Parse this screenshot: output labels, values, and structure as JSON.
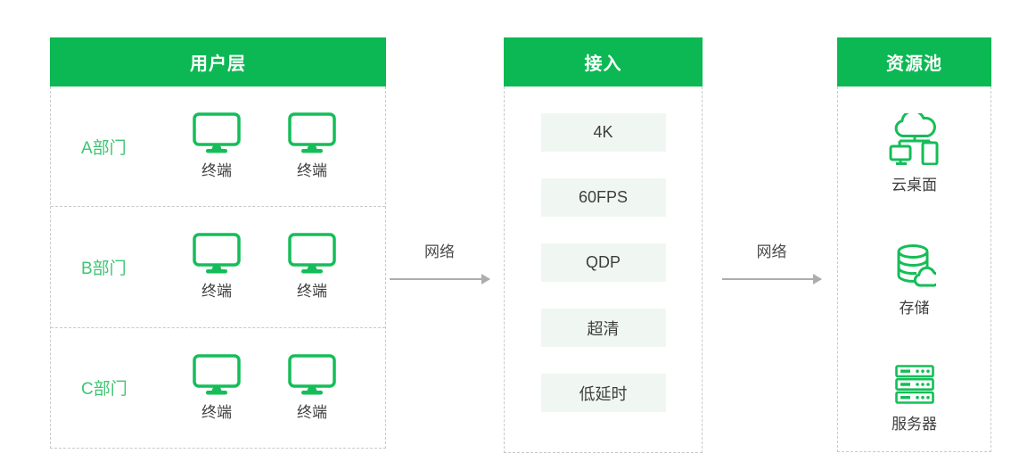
{
  "diagram": {
    "columns": {
      "user_layer": {
        "title": "用户层",
        "departments": [
          {
            "label": "A部门",
            "terminals": [
              "终端",
              "终端"
            ]
          },
          {
            "label": "B部门",
            "terminals": [
              "终端",
              "终端"
            ]
          },
          {
            "label": "C部门",
            "terminals": [
              "终端",
              "终端"
            ]
          }
        ]
      },
      "access": {
        "title": "接入",
        "items": [
          "4K",
          "60FPS",
          "QDP",
          "超清",
          "低延时"
        ]
      },
      "resources": {
        "title": "资源池",
        "items": [
          {
            "label": "云桌面",
            "icon": "cloud-desktop-icon"
          },
          {
            "label": "存储",
            "icon": "storage-icon"
          },
          {
            "label": "服务器",
            "icon": "server-icon"
          }
        ]
      }
    },
    "arrows": [
      {
        "label": "网络"
      },
      {
        "label": "网络"
      }
    ],
    "colors": {
      "header_green": "#0CB853",
      "department_green": "#3EC573",
      "icon_green": "#15BD58",
      "access_box_bg": "#F0F7F2",
      "text_dark": "#3E3E3E",
      "arrow_gray": "#ADADAD",
      "dashed_border": "#C9C9C9"
    }
  }
}
